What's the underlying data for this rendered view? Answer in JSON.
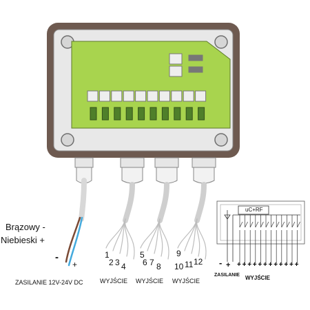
{
  "labels": {
    "brown_wire": "Brązowy  -",
    "blue_wire": "Niebieski +",
    "minus": "-",
    "plus": "+",
    "supply": "ZASILANIE 12V-24V DC",
    "output": "WYJŚCIE",
    "group1": [
      "1",
      "2",
      "3",
      "4"
    ],
    "group2": [
      "5",
      "6",
      "7",
      "8"
    ],
    "group3": [
      "9",
      "10",
      "11",
      "12"
    ]
  },
  "schematic": {
    "block": "uC+RF",
    "supply_label": "ZASILANIE",
    "output_label": "WYJŚCIE",
    "minus": "-",
    "plus": "+",
    "output_terminals": [
      "+",
      "+",
      "+",
      "+",
      "+",
      "+",
      "+",
      "+",
      "+",
      "+",
      "+",
      "+"
    ]
  },
  "colors": {
    "housing": "#6e5a50",
    "panel": "#e8e8e8",
    "pcb": "#a8d44e",
    "led_green": "#4f7f2a",
    "brown_wire": "#7a4a35",
    "blue_wire": "#44aadd",
    "cable": "#cfcfcf"
  }
}
